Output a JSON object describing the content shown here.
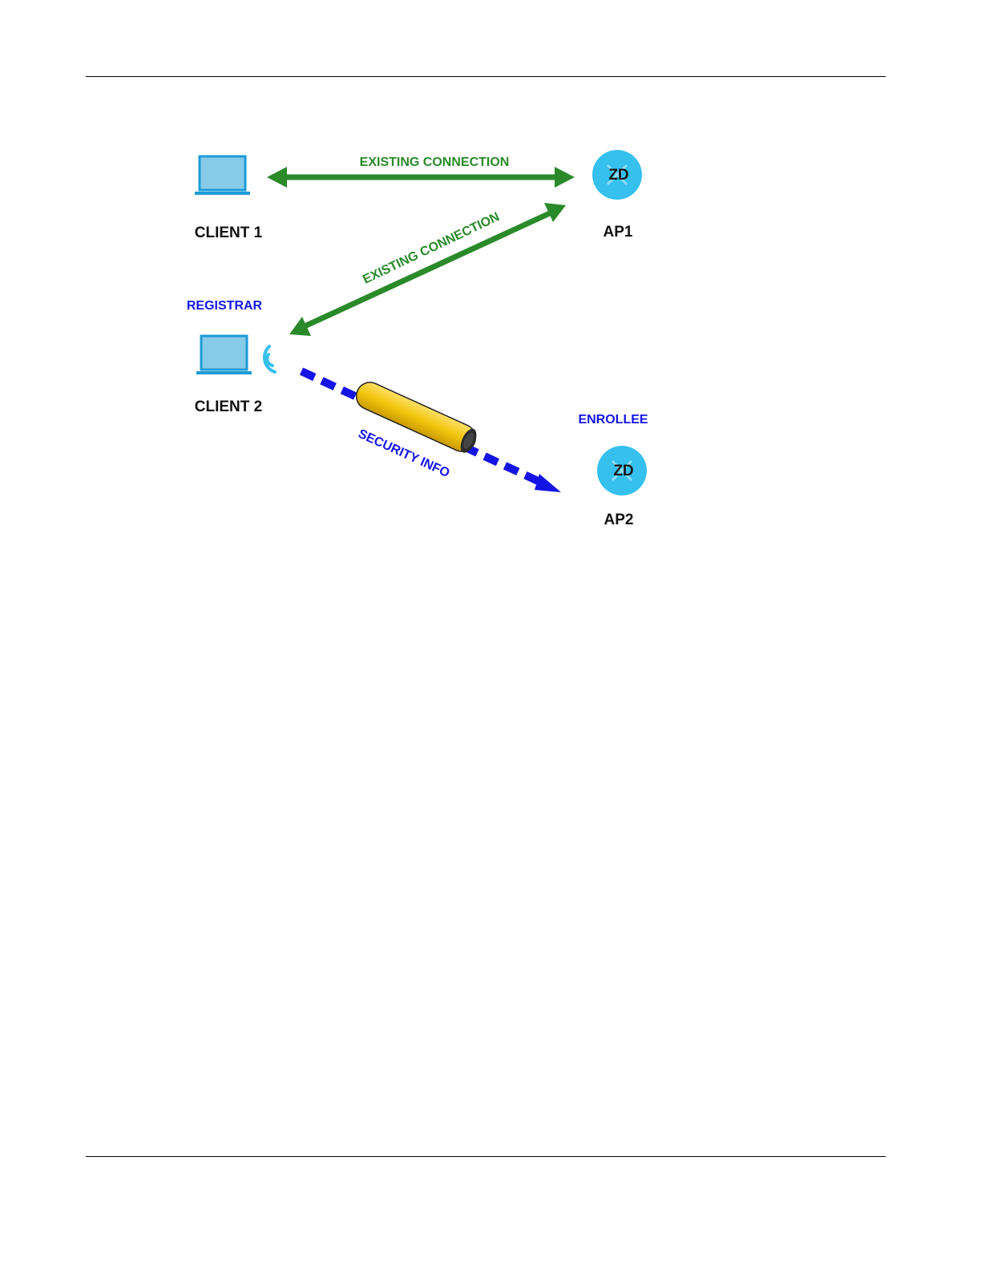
{
  "colors": {
    "connection": "#2a8a2a",
    "security": "#1414e6",
    "device": "#87cbe8",
    "device_border": "#1c9bd6",
    "ap": "#35c0ee",
    "tunnel": "#f2c60e",
    "text": "#111111"
  },
  "nodes": {
    "client1": {
      "label": "CLIENT 1",
      "icon": "laptop-icon"
    },
    "client2": {
      "label": "CLIENT 2",
      "role": "REGISTRAR",
      "icon": "laptop-icon"
    },
    "ap1": {
      "label": "AP1",
      "badge": "ZD",
      "icon": "access-point-icon"
    },
    "ap2": {
      "label": "AP2",
      "role": "ENROLLEE",
      "badge": "ZD",
      "icon": "access-point-icon"
    }
  },
  "links": {
    "client1_ap1": "EXISTING CONNECTION",
    "ap1_client2": "EXISTING CONNECTION",
    "client2_ap2": "SECURITY INFO"
  }
}
